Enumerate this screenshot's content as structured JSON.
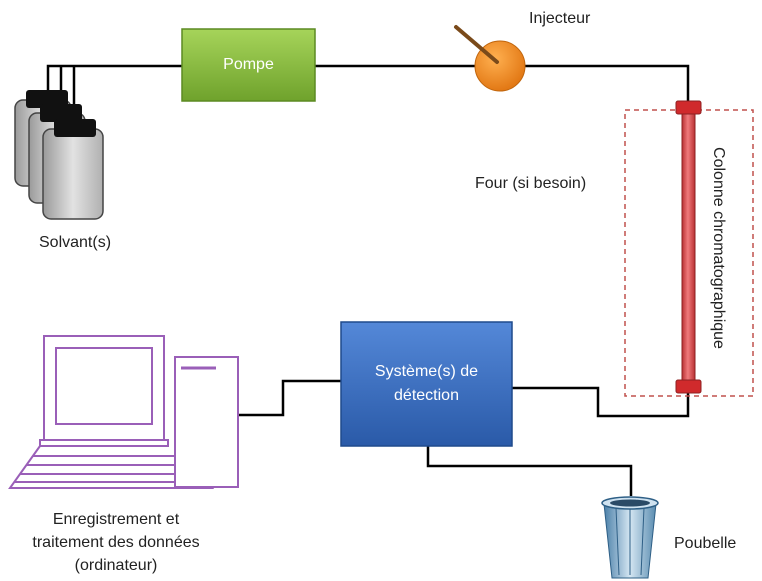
{
  "labels": {
    "pompe": "Pompe",
    "injecteur": "Injecteur",
    "four": "Four (si besoin)",
    "colonne": "Colonne chromatographique",
    "solvants": "Solvant(s)",
    "detection_line1": "Système(s) de",
    "detection_line2": "détection",
    "enregistrement_line1": "Enregistrement et",
    "enregistrement_line2": "traitement des données",
    "enregistrement_line3": "(ordinateur)",
    "poubelle": "Poubelle"
  },
  "colors": {
    "pump": "#8cbf3f",
    "injector": "#f08a1c",
    "column": "#d9484a",
    "detector": "#3a6fc4",
    "computer": "#9a5fb8",
    "oven_border": "#c0504d",
    "tubing": "#000000"
  }
}
